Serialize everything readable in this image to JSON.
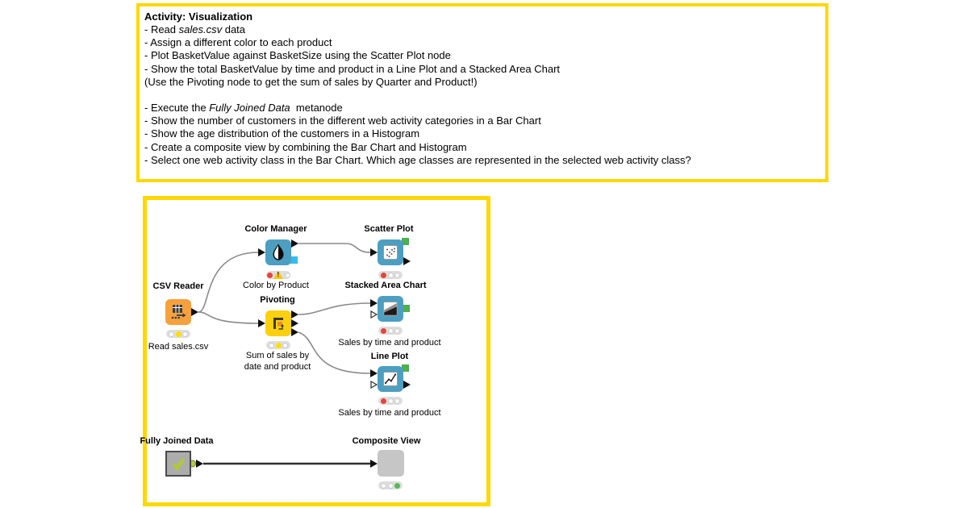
{
  "activity": {
    "title": "Activity: Visualization",
    "read_line": {
      "pre": "- Read ",
      "em": "sales.csv",
      "post": " data"
    },
    "lines1": [
      "- Assign a different color to each product",
      "- Plot BasketValue against BasketSize using the Scatter Plot node",
      "- Show the total BasketValue by time and product in a Line Plot and a Stacked Area Chart",
      "(Use the Pivoting node to get the sum of sales by Quarter and Product!)"
    ],
    "execute_line": {
      "pre": "- Execute the ",
      "em": "Fully Joined Data",
      "post": "  metanode"
    },
    "lines2": [
      "- Show the number of customers in the different web activity categories in a Bar Chart",
      "- Show the age distribution of the customers in a Histogram",
      "- Create a composite view by combining the Bar Chart and Histogram",
      "- Select one web activity class in the Bar Chart. Which age classes are represented in the selected web activity class?"
    ]
  },
  "workflow": {
    "warning_char": "!",
    "nodes": {
      "csv_reader": {
        "title": "CSV Reader",
        "label": "Read sales.csv",
        "lights": [
          "off",
          "yellow",
          "off"
        ]
      },
      "color_manager": {
        "title": "Color Manager",
        "label": "Color by Product",
        "lights": [
          "red",
          "warning",
          "off"
        ]
      },
      "pivoting": {
        "title": "Pivoting",
        "label1": "Sum of sales by",
        "label2": "date and product",
        "lights": [
          "off",
          "yellow",
          "off"
        ]
      },
      "scatter": {
        "title": "Scatter Plot",
        "lights": [
          "red",
          "off",
          "off"
        ]
      },
      "stacked": {
        "title": "Stacked Area Chart",
        "label": "Sales by time and product",
        "lights": [
          "red",
          "off",
          "off"
        ]
      },
      "line_plot": {
        "title": "Line Plot",
        "label": "Sales by time and product",
        "lights": [
          "red",
          "off",
          "off"
        ]
      },
      "fully_joined": {
        "title": "Fully Joined Data"
      },
      "composite": {
        "title": "Composite View",
        "lights": [
          "off",
          "off",
          "green"
        ]
      }
    }
  },
  "colors": {
    "annotation_border": "#FFD800",
    "source_node_orange": "#F6A13D",
    "view_node_blue": "#4C9FC0",
    "manipulator_node_yellow": "#FAD00F",
    "metanode_gray": "#ACACAC",
    "component_gray": "#C6C6C6",
    "wire_gray": "#8A8A8A",
    "image_port_green": "#4CAF50",
    "color_port_cyan": "#33BDEC",
    "status_red": "#E8443B",
    "status_yellow": "#FFDF00",
    "status_green": "#57B757"
  }
}
